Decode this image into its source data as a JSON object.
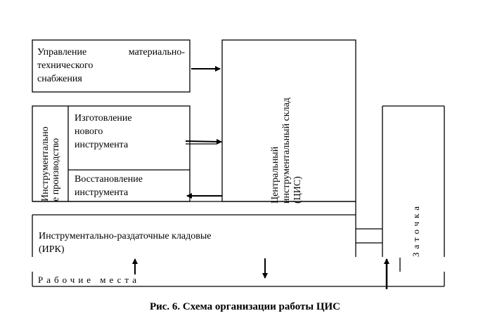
{
  "blocks": {
    "supply": "Управление материально-технического снабжения",
    "supply_line1a": "Управление",
    "supply_line1b": "материально-",
    "supply_line2": "технического",
    "supply_line3": "снабжения",
    "production": "Инструментальное производство",
    "production_line1": "Инструментально",
    "production_line2": "е производство",
    "new_tool_1": "Изготовление",
    "new_tool_2": "нового",
    "new_tool_3": "инструмента",
    "restore_1": "Восстановление",
    "restore_2": "инструмента",
    "cis_1": "Центральный",
    "cis_2": "инструментальный склад",
    "cis_3": "(ЦИС)",
    "irk_1": "Инструментально-раздаточные кладовые",
    "irk_2": "(ИРК)",
    "sharpening": "Заточка",
    "workplaces": "Рабочие места"
  },
  "caption": "Рис. 6. Схема организации работы ЦИС"
}
